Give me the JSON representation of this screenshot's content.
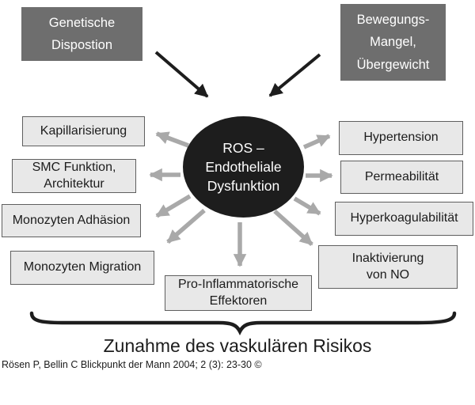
{
  "colors": {
    "background": "#ffffff",
    "dark_box_bg": "#6e6e6e",
    "dark_box_text": "#ffffff",
    "light_box_bg": "#e8e8e8",
    "light_box_border": "#5f5f5f",
    "ellipse_bg": "#1d1d1d",
    "ellipse_text": "#ffffff",
    "gray_arrow": "#a9a9a9",
    "black_arrow": "#1d1d1d",
    "text": "#1c1c1c"
  },
  "risk_factors": [
    {
      "label": "Genetische\nDispostion"
    },
    {
      "label": "Bewegungs-\nMangel,\nÜbergewicht"
    }
  ],
  "center": {
    "label": "ROS –\nEndotheliale\nDysfunktion"
  },
  "effects": [
    {
      "label": "Kapillarisierung"
    },
    {
      "label": "SMC Funktion,\nArchitektur"
    },
    {
      "label": "Monozyten Adhäsion"
    },
    {
      "label": "Monozyten Migration"
    },
    {
      "label": "Pro-Inflammatorische\nEffektoren"
    },
    {
      "label": "Inaktivierung\nvon NO"
    },
    {
      "label": "Hyperkoagulabilität"
    },
    {
      "label": "Permeabilität"
    },
    {
      "label": "Hypertension"
    }
  ],
  "summary": {
    "label": "Zunahme des vaskulären Risikos"
  },
  "citation": {
    "text": "Rösen P, Bellin C Blickpunkt der Mann 2004; 2 (3): 23-30 ©"
  }
}
